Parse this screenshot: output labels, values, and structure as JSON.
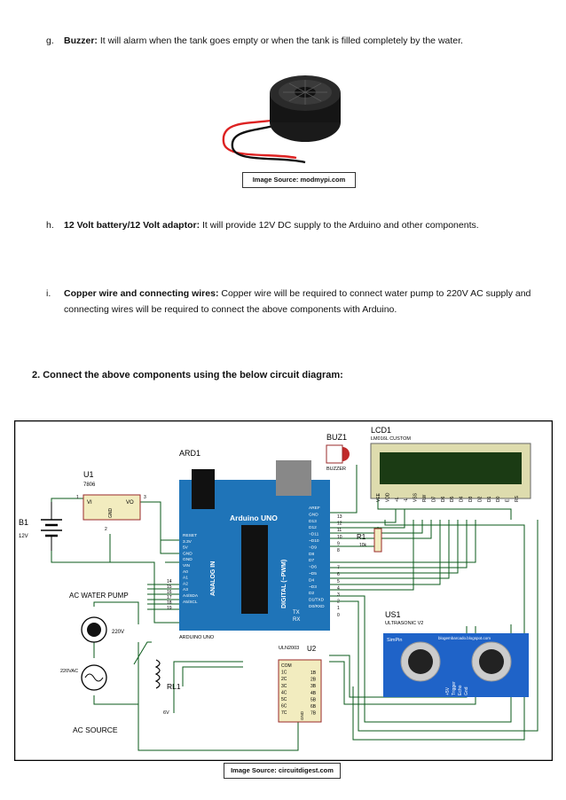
{
  "items": {
    "g": {
      "marker": "g.",
      "title": "Buzzer:",
      "text": " It will alarm when the tank goes empty or when the tank is filled completely by the water."
    },
    "h": {
      "marker": "h.",
      "title": "12 Volt battery/12 Volt adaptor:",
      "text": " It will provide 12V DC supply to the Arduino and other components."
    },
    "i": {
      "marker": "i.",
      "title": "Copper wire and connecting wires:",
      "text": " Copper wire will be required to connect water pump to 220V AC supply and connecting wires will be required to connect the above components with Arduino."
    }
  },
  "captions": {
    "buzzer": "Image Source: modmypi.com",
    "circuit": "Image Source: circuitdigest.com"
  },
  "heading": "2.  Connect the above components using the below circuit diagram:",
  "circuit": {
    "arduino": {
      "ref": "ARD1",
      "title": "Arduino UNO",
      "sub": "ARDUINO UNO",
      "analog": "ANALOG IN",
      "digital": "DIGITAL (~PWM)",
      "tx": "TX",
      "rx": "RX",
      "left_pins": [
        "RESET",
        "3.3V",
        "5V",
        "GND",
        "GND",
        "VIN",
        "A0",
        "A1",
        "A2",
        "A3",
        "A4/SDA",
        "A5/SCL"
      ],
      "left_nums": [
        "14",
        "15",
        "16",
        "17",
        "18",
        "19"
      ],
      "right_pins": [
        "AREF",
        "GND",
        "D13",
        "D12",
        "~D11",
        "~D10",
        "~D9",
        "D8",
        "D7",
        "~D6",
        "~D5",
        "D4",
        "~D3",
        "D2",
        "D1/TXD",
        "D0/RXD"
      ],
      "right_nums": [
        "13",
        "12",
        "11",
        "10",
        "9",
        "8",
        "7",
        "6",
        "5",
        "4",
        "3",
        "2",
        "1",
        "0"
      ]
    },
    "u1": {
      "ref": "U1",
      "part": "7806",
      "vi": "VI",
      "vo": "VO",
      "gnd": "GND",
      "p1": "1",
      "p2": "2",
      "p3": "3"
    },
    "b1": {
      "ref": "B1",
      "value": "12V"
    },
    "buz": {
      "ref": "BUZ1",
      "part": "BUZZER"
    },
    "lcd": {
      "ref": "LCD1",
      "part": "LM016L CUSTOM",
      "pins": [
        "VEE",
        "VDD",
        "+L",
        "-L",
        "VSS",
        "RW",
        "D7",
        "D6",
        "D5",
        "D4",
        "D3",
        "D2",
        "D1",
        "D0",
        "E",
        "RS"
      ]
    },
    "r1": {
      "ref": "R1",
      "value": "10k"
    },
    "pump": {
      "label": "AC WATER PUMP",
      "volt": "220V"
    },
    "source": {
      "label": "AC SOURCE",
      "volt": "220VAC"
    },
    "relay": {
      "ref": "RL1",
      "volt": "6V"
    },
    "uln": {
      "ref": "U2",
      "part": "ULN2003",
      "left": [
        "COM",
        "1C",
        "2C",
        "3C",
        "4C",
        "5C",
        "6C",
        "7C"
      ],
      "right": [
        "1B",
        "2B",
        "3B",
        "4B",
        "5B",
        "6B",
        "7B"
      ],
      "gnd": "GND"
    },
    "us": {
      "ref": "US1",
      "part": "ULTRASONIC V2",
      "brand": "SimPin",
      "site": "blogembarcado.blogspot.com",
      "pins": [
        "+5V",
        "Trigger",
        "Echo",
        "Gnd"
      ]
    }
  }
}
